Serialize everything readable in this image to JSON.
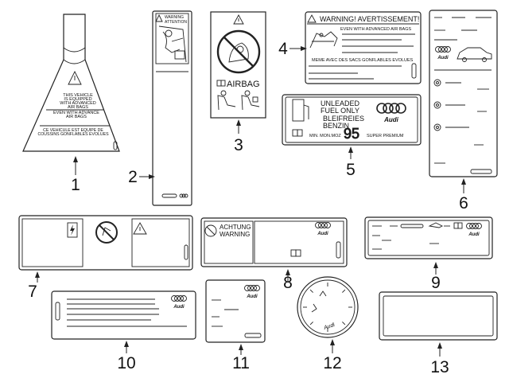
{
  "callouts": {
    "c1": "1",
    "c2": "2",
    "c3": "3",
    "c4": "4",
    "c5": "5",
    "c6": "6",
    "c7": "7",
    "c8": "8",
    "c9": "9",
    "c10": "10",
    "c11": "11",
    "c12": "12",
    "c13": "13"
  },
  "label1": {
    "text": [
      "THIS VEHICLE",
      "IS EQUIPPED",
      "WITH ADVANCED",
      "AIR BAGS",
      "EVEN WITH ADVANCE",
      "AIR BAGS"
    ],
    "french": [
      "CE VEHICULE EST EQUIPE DE",
      "COUSSINS GONFLABLES EVOLUES"
    ]
  },
  "label2": {
    "warning": "WARNING",
    "attention": "ATTENTION"
  },
  "label3": {
    "airbag": "AIRBAG"
  },
  "label4": {
    "header": "WARNING! AVERTISSEMENT!",
    "line1": "EVEN WITH ADVANCED AIR BAGS",
    "line2": "MEME AVEC DES SACS GONFLABLES EVOLUES"
  },
  "label5": {
    "line1": "UNLEADED",
    "line2": "FUEL ONLY",
    "line3": "BLEIFREIES",
    "line4": "BENZIN",
    "octane": "95",
    "min": "MIN. MON.MOZ",
    "premium": "SUPER PREMIUM"
  },
  "label8": {
    "line1": "ACHTUNG",
    "line2": "WARNING"
  },
  "brand": "Audi"
}
